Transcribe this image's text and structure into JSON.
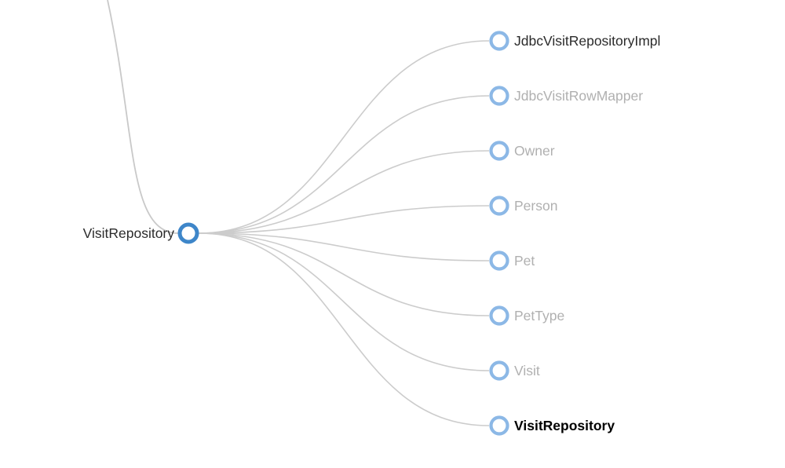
{
  "diagram": {
    "type": "tree",
    "description": "Dependency tree: VisitRepository expanded to its related classes",
    "root": {
      "label": "VisitRepository",
      "style": "dark"
    },
    "children": [
      {
        "label": "JdbcVisitRepositoryImpl",
        "style": "dark"
      },
      {
        "label": "JdbcVisitRowMapper",
        "style": "muted"
      },
      {
        "label": "Owner",
        "style": "muted"
      },
      {
        "label": "Person",
        "style": "muted"
      },
      {
        "label": "Pet",
        "style": "muted"
      },
      {
        "label": "PetType",
        "style": "muted"
      },
      {
        "label": "Visit",
        "style": "muted"
      },
      {
        "label": "VisitRepository",
        "style": "bold"
      }
    ],
    "has_incoming_edge_from_offscreen_parent": true
  },
  "colors": {
    "background": "#ffffff",
    "link": "#cccccc",
    "incoming_link": "#c9c9c9",
    "root_ring": "#3e86c9",
    "child_ring": "#8cb8e6",
    "node_fill": "#ffffff",
    "label_dark": "#2b2b2b",
    "label_muted": "#b0b0b0",
    "label_bold": "#000000"
  }
}
